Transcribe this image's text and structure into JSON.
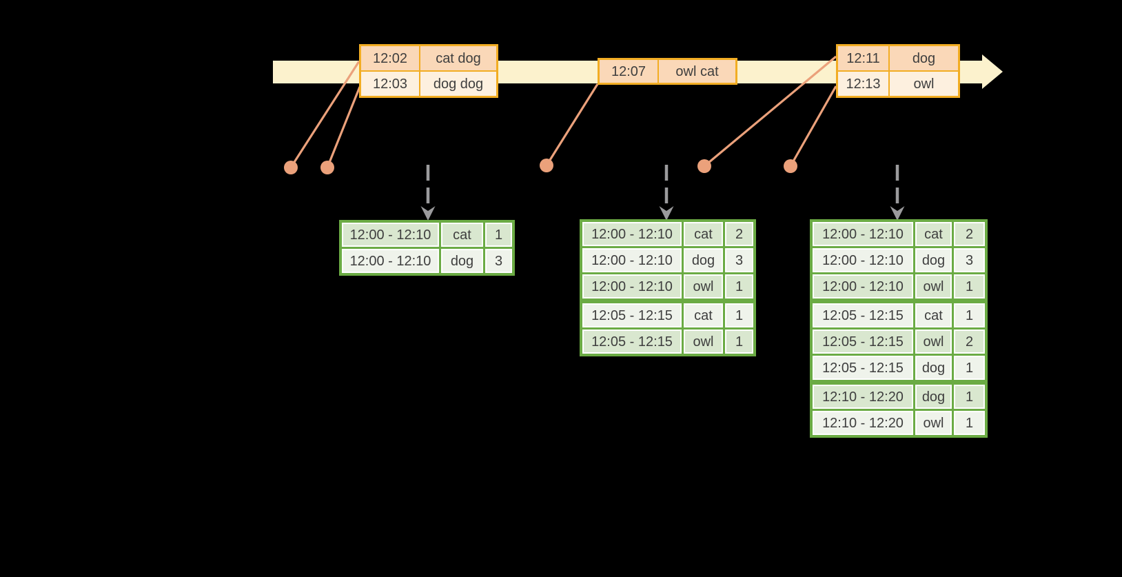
{
  "colors": {
    "background": "#000000",
    "timeline_band": "#FCF2CD",
    "event_table_border": "#F2AD23",
    "event_row_dark": "#FAD8B8",
    "event_row_light": "#FDF0DF",
    "callout_salmon": "#EBA17B",
    "trigger_arrow_gray": "#9B9B9D",
    "result_table_border": "#6BAB44",
    "result_row_dark": "#D9E7CF",
    "result_row_light": "#EFF3EB",
    "text": "#3E3E3E"
  },
  "event_tables": [
    {
      "rows": [
        {
          "time": "12:02",
          "words": "cat dog"
        },
        {
          "time": "12:03",
          "words": "dog dog"
        }
      ]
    },
    {
      "rows": [
        {
          "time": "12:07",
          "words": "owl cat"
        }
      ]
    },
    {
      "rows": [
        {
          "time": "12:11",
          "words": "dog"
        },
        {
          "time": "12:13",
          "words": "owl"
        }
      ]
    }
  ],
  "result_tables": [
    {
      "rows": [
        {
          "window": "12:00 - 12:10",
          "word": "cat",
          "count": "1"
        },
        {
          "window": "12:00 - 12:10",
          "word": "dog",
          "count": "3"
        }
      ]
    },
    {
      "rows": [
        {
          "window": "12:00 - 12:10",
          "word": "cat",
          "count": "2"
        },
        {
          "window": "12:00 - 12:10",
          "word": "dog",
          "count": "3"
        },
        {
          "window": "12:00 - 12:10",
          "word": "owl",
          "count": "1"
        },
        {
          "window": "12:05 - 12:15",
          "word": "cat",
          "count": "1"
        },
        {
          "window": "12:05 - 12:15",
          "word": "owl",
          "count": "1"
        }
      ]
    },
    {
      "rows": [
        {
          "window": "12:00 - 12:10",
          "word": "cat",
          "count": "2"
        },
        {
          "window": "12:00 - 12:10",
          "word": "dog",
          "count": "3"
        },
        {
          "window": "12:00 - 12:10",
          "word": "owl",
          "count": "1"
        },
        {
          "window": "12:05 - 12:15",
          "word": "cat",
          "count": "1"
        },
        {
          "window": "12:05 - 12:15",
          "word": "owl",
          "count": "2"
        },
        {
          "window": "12:05 - 12:15",
          "word": "dog",
          "count": "1"
        },
        {
          "window": "12:10 - 12:20",
          "word": "dog",
          "count": "1"
        },
        {
          "window": "12:10 - 12:20",
          "word": "owl",
          "count": "1"
        }
      ]
    }
  ]
}
